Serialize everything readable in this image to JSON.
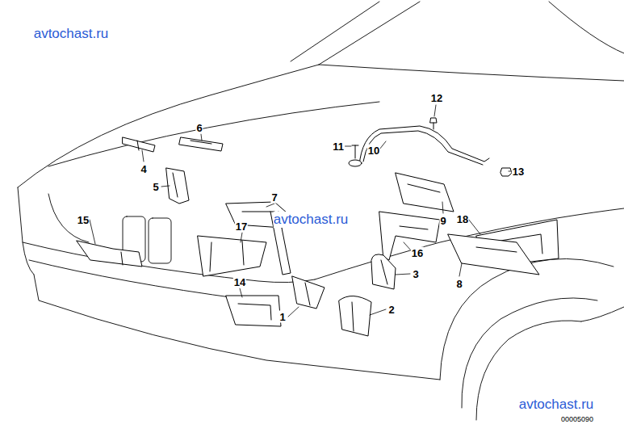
{
  "diagram": {
    "labels": [
      "avtochast.ru",
      "12",
      "6",
      "11",
      "10",
      "13",
      "4",
      "5",
      "7",
      "avtochast.ru",
      "9",
      "18",
      "15",
      "17",
      "16",
      "3",
      "1",
      "14",
      "2",
      "8",
      "avtochast.ru",
      "00005090"
    ]
  }
}
